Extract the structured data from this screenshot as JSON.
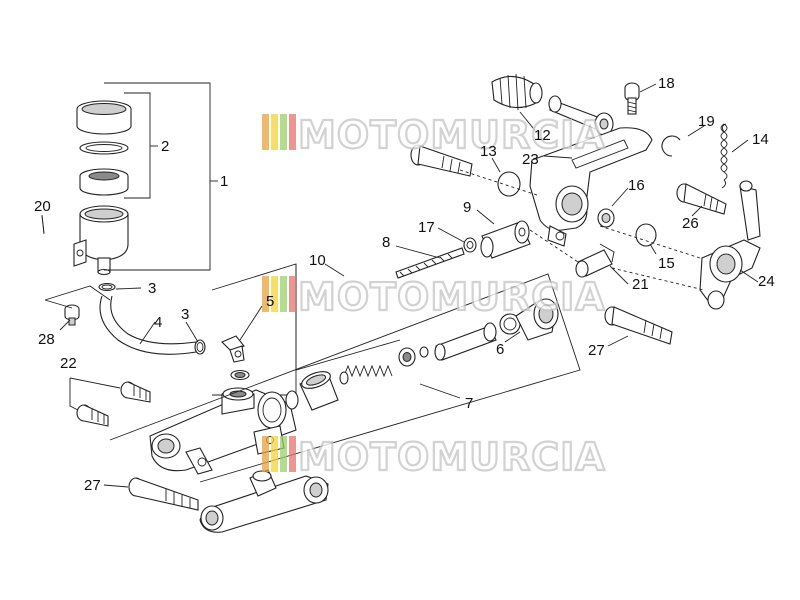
{
  "watermark": {
    "text": "MOTOMURCIA",
    "stripe_colors": [
      "#e8a13a",
      "#f2d33b",
      "#9bd06a",
      "#e67272"
    ]
  },
  "callouts": [
    {
      "id": "c1",
      "label": "1"
    },
    {
      "id": "c2",
      "label": "2"
    },
    {
      "id": "c3a",
      "label": "3"
    },
    {
      "id": "c3b",
      "label": "3"
    },
    {
      "id": "c4",
      "label": "4"
    },
    {
      "id": "c5",
      "label": "5"
    },
    {
      "id": "c6",
      "label": "6"
    },
    {
      "id": "c7",
      "label": "7"
    },
    {
      "id": "c8",
      "label": "8"
    },
    {
      "id": "c9",
      "label": "9"
    },
    {
      "id": "c10",
      "label": "10"
    },
    {
      "id": "c12",
      "label": "12"
    },
    {
      "id": "c13",
      "label": "13"
    },
    {
      "id": "c14",
      "label": "14"
    },
    {
      "id": "c15",
      "label": "15"
    },
    {
      "id": "c16",
      "label": "16"
    },
    {
      "id": "c17",
      "label": "17"
    },
    {
      "id": "c18",
      "label": "18"
    },
    {
      "id": "c19",
      "label": "19"
    },
    {
      "id": "c20",
      "label": "20"
    },
    {
      "id": "c21",
      "label": "21"
    },
    {
      "id": "c22",
      "label": "22"
    },
    {
      "id": "c23",
      "label": "23"
    },
    {
      "id": "c24",
      "label": "24"
    },
    {
      "id": "c26",
      "label": "26"
    },
    {
      "id": "c27a",
      "label": "27"
    },
    {
      "id": "c27b",
      "label": "27"
    },
    {
      "id": "c28",
      "label": "28"
    }
  ]
}
